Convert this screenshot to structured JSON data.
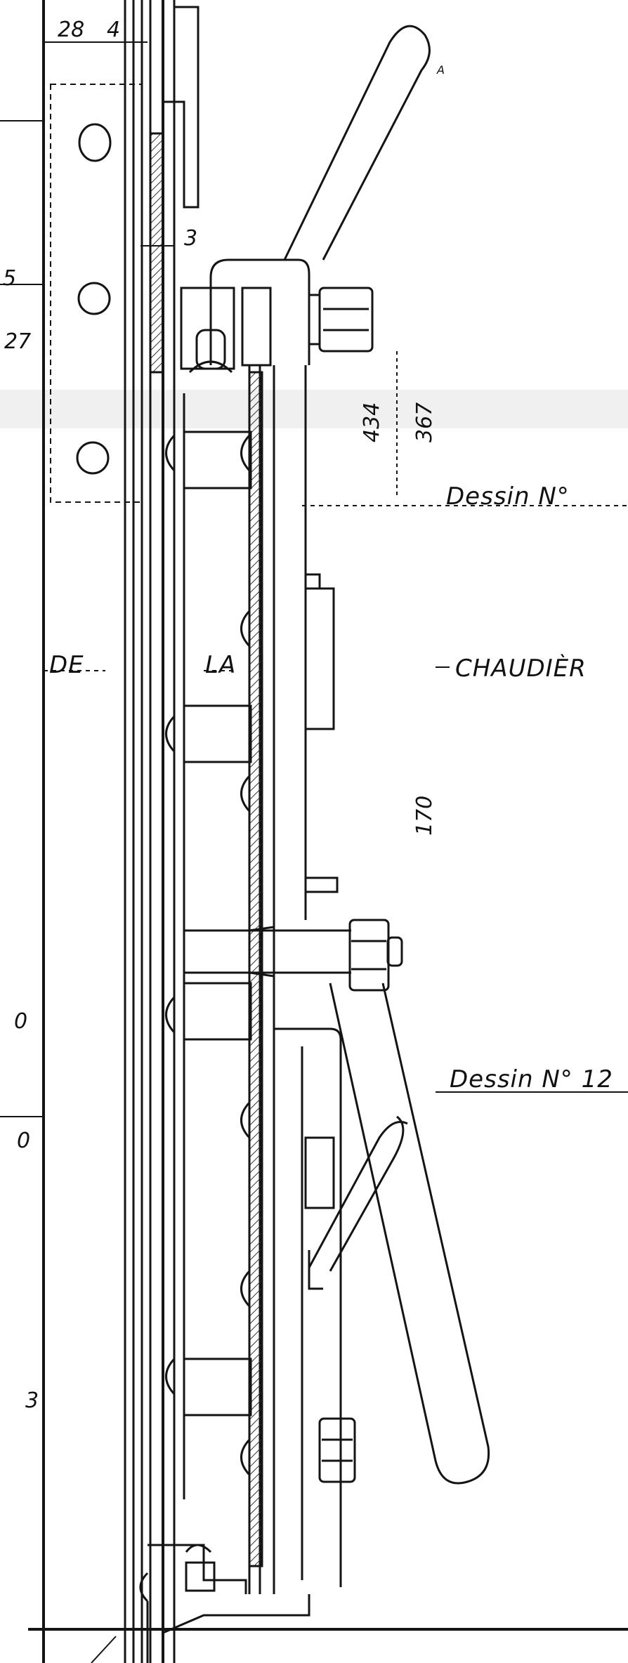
{
  "drawing": {
    "dimensions": {
      "d28": "28",
      "d4": "4",
      "d3": "3",
      "d5": "5",
      "d27": "27",
      "d434": "434",
      "d367": "367",
      "d170": "170",
      "d0a": "0",
      "d0b": "0",
      "d3b": "3"
    },
    "labels": {
      "dessin_top": "Dessin N°",
      "de": "DE",
      "la": "LA",
      "chaudiere": "CHAUDIÈR",
      "dessin_bottom": "Dessin N° 12",
      "point_a": "A"
    },
    "colors": {
      "ink": "#141414",
      "paper": "#ffffff",
      "hatch": "#333333",
      "smudge": "#d9d9d9"
    }
  }
}
